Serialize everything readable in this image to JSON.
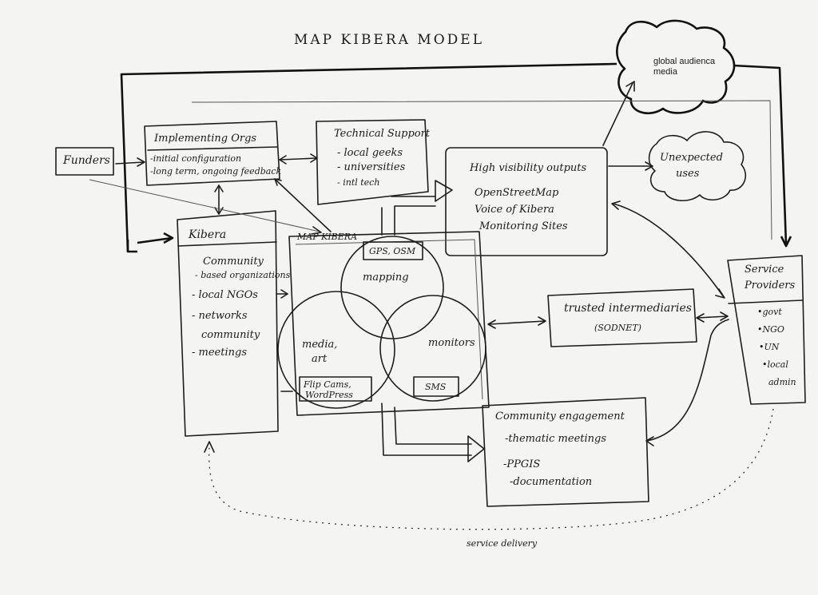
{
  "title": "MAP KIBERA MODEL",
  "funders": "Funders",
  "implementing": {
    "title": "Implementing Orgs",
    "items": [
      "-initial configuration",
      "-long term, ongoing feedback"
    ]
  },
  "technical": {
    "title": "Technical Support",
    "items": [
      "- local geeks",
      "- universities",
      "- intl tech"
    ]
  },
  "high_visibility": {
    "title": "High visibility outputs",
    "items": [
      "OpenStreetMap",
      "Voice of Kibera",
      "Monitoring Sites"
    ]
  },
  "global_audience": [
    "global audienca",
    "media"
  ],
  "unexpected": [
    "Unexpected",
    "uses"
  ],
  "kibera": {
    "title": "Kibera",
    "items": [
      "Community",
      "- based organizations",
      "- local NGOs",
      "- networks",
      "community",
      "- meetings"
    ]
  },
  "map_kibera_label": "MAP KIBERA",
  "gps_osm": "GPS, OSM",
  "mapping": "mapping",
  "media_art": [
    "media,",
    "art"
  ],
  "flipcams": [
    "Flip Cams,",
    "WordPress"
  ],
  "monitors": "monitors",
  "sms": "SMS",
  "trusted": {
    "title": "trusted intermediaries",
    "sub": "(SODNET)"
  },
  "service_providers": {
    "title": [
      "Service",
      "Providers"
    ],
    "items": [
      "•govt",
      "•NGO",
      "•UN",
      "•local",
      "admin"
    ]
  },
  "community_engagement": {
    "title": "Community engagement",
    "items": [
      "-thematic meetings",
      "-PPGIS",
      "-documentation"
    ]
  },
  "service_delivery": "service delivery"
}
